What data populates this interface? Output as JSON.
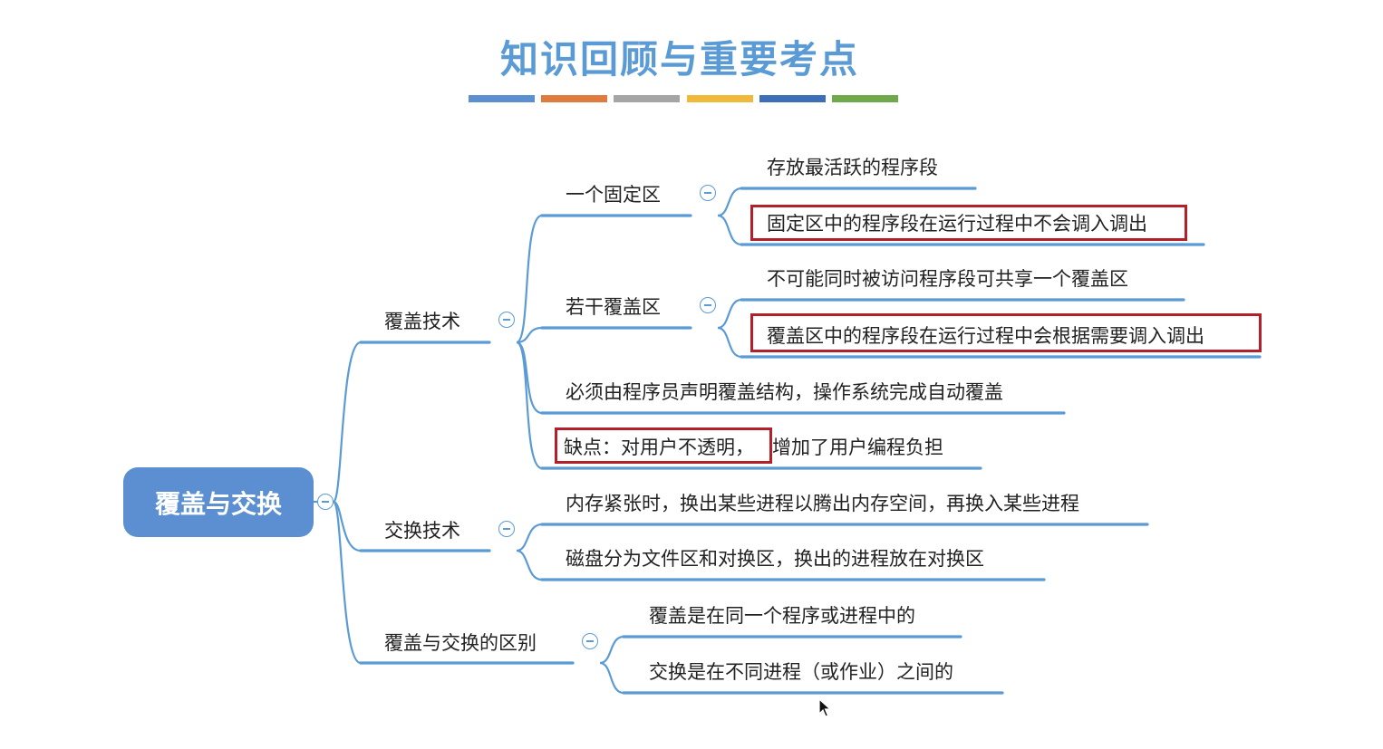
{
  "title": "知识回顾与重要考点",
  "title_color": "#5b9bd5",
  "accent_bars": [
    "#5b8fcf",
    "#e07b3f",
    "#a5a5a5",
    "#f0b93a",
    "#3d6fb8",
    "#6fa94c"
  ],
  "line_color": "#5b9bd5",
  "highlight_color": "#b3202a",
  "root": {
    "label": "覆盖与交换"
  },
  "overlay": {
    "label": "覆盖技术",
    "fixed": {
      "label": "一个固定区",
      "c1": "存放最活跃的程序段",
      "c2": "固定区中的程序段在运行过程中不会调入调出"
    },
    "multi": {
      "label": "若干覆盖区",
      "c1": "不可能同时被访问程序段可共享一个覆盖区",
      "c2": "覆盖区中的程序段在运行过程中会根据需要调入调出"
    },
    "declare": "必须由程序员声明覆盖结构，操作系统完成自动覆盖",
    "drawback": "缺点：对用户不透明，",
    "drawback_rest": "增加了用户编程负担"
  },
  "swap": {
    "label": "交换技术",
    "c1": "内存紧张时，换出某些进程以腾出内存空间，再换入某些进程",
    "c2": "磁盘分为文件区和对换区，换出的进程放在对换区"
  },
  "diff": {
    "label": "覆盖与交换的区别",
    "c1": "覆盖是在同一个程序或进程中的",
    "c2": "交换是在不同进程（或作业）之间的"
  }
}
